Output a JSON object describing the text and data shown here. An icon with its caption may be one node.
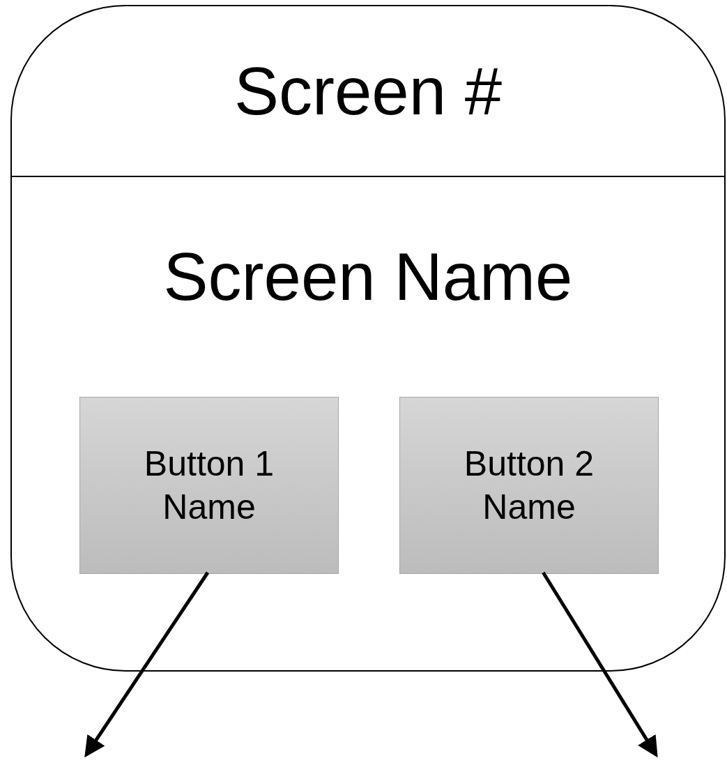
{
  "diagram": {
    "nodes": [
      {
        "text": [
          "Screen #",
          "Screen Name"
        ]
      },
      {
        "text": [
          "Button 1 Name"
        ],
        "in": 0
      },
      {
        "text": [
          "Button 2 Name"
        ],
        "in": 0
      }
    ],
    "edges": [
      {
        "from": 1,
        "to": null,
        "arrow": "to"
      },
      {
        "from": 2,
        "to": null,
        "arrow": "to"
      }
    ]
  }
}
